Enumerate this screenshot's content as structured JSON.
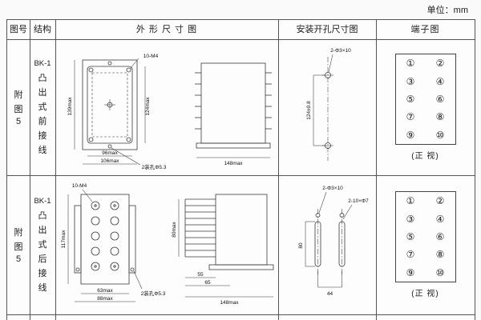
{
  "unit": "单位：mm",
  "headers": {
    "fig": "图号",
    "structure": "结构",
    "outline": "外 形 尺 寸 图",
    "mounting": "安装开孔尺寸图",
    "terminal": "端子图"
  },
  "rows": [
    {
      "fig_lines": [
        "附",
        "图",
        "5"
      ],
      "structure_title": "BK-1",
      "structure_chars": [
        "凸",
        "出",
        "式",
        "前",
        "接",
        "线"
      ],
      "dims": {
        "screws": "10-M4",
        "front_h_outer": "139max",
        "front_h_inner": "124max",
        "front_w_inner": "96max",
        "front_w_outer": "106max",
        "holes": "2装孔Φ5.3",
        "side_w": "148max",
        "mount_holes": "2-Φ3×10",
        "mount_pitch": "124±0.8"
      },
      "terminal": {
        "numbers": [
          "①",
          "②",
          "③",
          "④",
          "⑤",
          "⑥",
          "⑦",
          "⑧",
          "⑨",
          "⑩"
        ],
        "caption": "(正 视)"
      }
    },
    {
      "fig_lines": [
        "附",
        "图",
        "5"
      ],
      "structure_title": "BK-1",
      "structure_chars": [
        "凸",
        "出",
        "式",
        "后",
        "接",
        "线"
      ],
      "dims": {
        "screws": "10-M4",
        "front_h": "117max",
        "front_w_inner": "63max",
        "front_w_outer": "88max",
        "holes": "2装孔Φ5.3",
        "pin_len": "55",
        "body_offset": "65",
        "side_w": "148max",
        "pin_h": "80max",
        "mount_holes": "2-Φ3×10",
        "mount_slots": "2-10×Φ7",
        "mount_v": "80",
        "mount_h": "44"
      },
      "terminal": {
        "numbers": [
          "①",
          "②",
          "③",
          "④",
          "⑤",
          "⑥",
          "⑦",
          "⑧",
          "⑨",
          "⑩"
        ],
        "caption": "(正 视)"
      }
    }
  ]
}
